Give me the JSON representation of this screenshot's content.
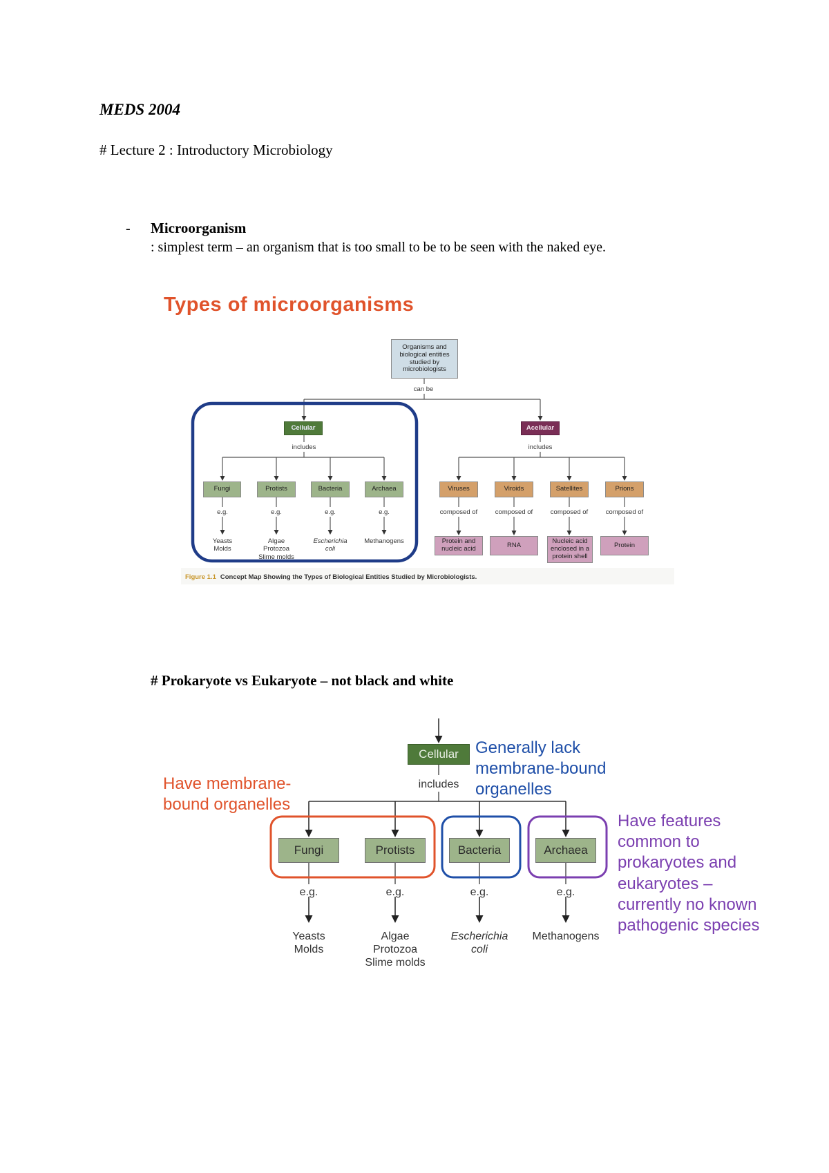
{
  "document": {
    "course": "MEDS 2004",
    "lecture": "# Lecture 2 : Introductory Microbiology",
    "bullet": {
      "marker": "-",
      "term": "Microorganism",
      "definition": ": simplest term – an organism that is too small to be to be seen with the naked eye."
    },
    "section2_heading": "# Prokaryote vs Eukaryote – not black and white"
  },
  "figure1": {
    "title": "Types of microorganisms",
    "root": "Organisms and biological entities studied by microbiologists",
    "root_link": "can be",
    "cellular": {
      "label": "Cellular",
      "link": "includes",
      "color": "#4f7a3a",
      "children": [
        {
          "label": "Fungi",
          "link": "e.g.",
          "examples": "Yeasts\nMolds"
        },
        {
          "label": "Protists",
          "link": "e.g.",
          "examples": "Algae\nProtozoa\nSlime molds"
        },
        {
          "label": "Bacteria",
          "link": "e.g.",
          "examples": "Escherichia\ncoli"
        },
        {
          "label": "Archaea",
          "link": "e.g.",
          "examples": "Methanogens"
        }
      ]
    },
    "acellular": {
      "label": "Acellular",
      "link": "includes",
      "color": "#7a2e56",
      "children": [
        {
          "label": "Viruses",
          "link": "composed of",
          "composition": "Protein and\nnucleic acid"
        },
        {
          "label": "Viroids",
          "link": "composed of",
          "composition": "RNA"
        },
        {
          "label": "Satellites",
          "link": "composed of",
          "composition": "Nucleic acid\nenclosed in a\nprotein shell"
        },
        {
          "label": "Prions",
          "link": "composed of",
          "composition": "Protein"
        }
      ]
    },
    "caption_number": "Figure 1.1",
    "caption_text": "Concept Map Showing the Types of Biological Entities Studied by Microbiologists.",
    "colors": {
      "title": "#e0532b",
      "highlight_box": "#1f3c88",
      "root_fill": "#cfdde6",
      "cellular_child_fill": "#9db48a",
      "acellular_child_fill": "#d4a06a",
      "composition_fill": "#cfa0bc"
    }
  },
  "figure2": {
    "root_label": "Cellular",
    "link": "includes",
    "children": [
      {
        "label": "Fungi",
        "link": "e.g.",
        "examples": "Yeasts\nMolds",
        "group": "eukaryote"
      },
      {
        "label": "Protists",
        "link": "e.g.",
        "examples": "Algae\nProtozoa\nSlime molds",
        "group": "eukaryote"
      },
      {
        "label": "Bacteria",
        "link": "e.g.",
        "examples": "Escherichia\ncoli",
        "group": "bacteria"
      },
      {
        "label": "Archaea",
        "link": "e.g.",
        "examples": "Methanogens",
        "group": "archaea"
      }
    ],
    "notes": {
      "eukaryote": "Have membrane-\nbound organelles",
      "bacteria": "Generally lack\nmembrane-bound\norganelles",
      "archaea": "Have features\ncommon to\nprokaryotes and\neukaryotes –\ncurrently no known\npathogenic species"
    },
    "colors": {
      "eukaryote": "#e0532b",
      "bacteria": "#1f4fa8",
      "archaea": "#7b3fb0",
      "root_fill": "#4f7a3a"
    }
  }
}
